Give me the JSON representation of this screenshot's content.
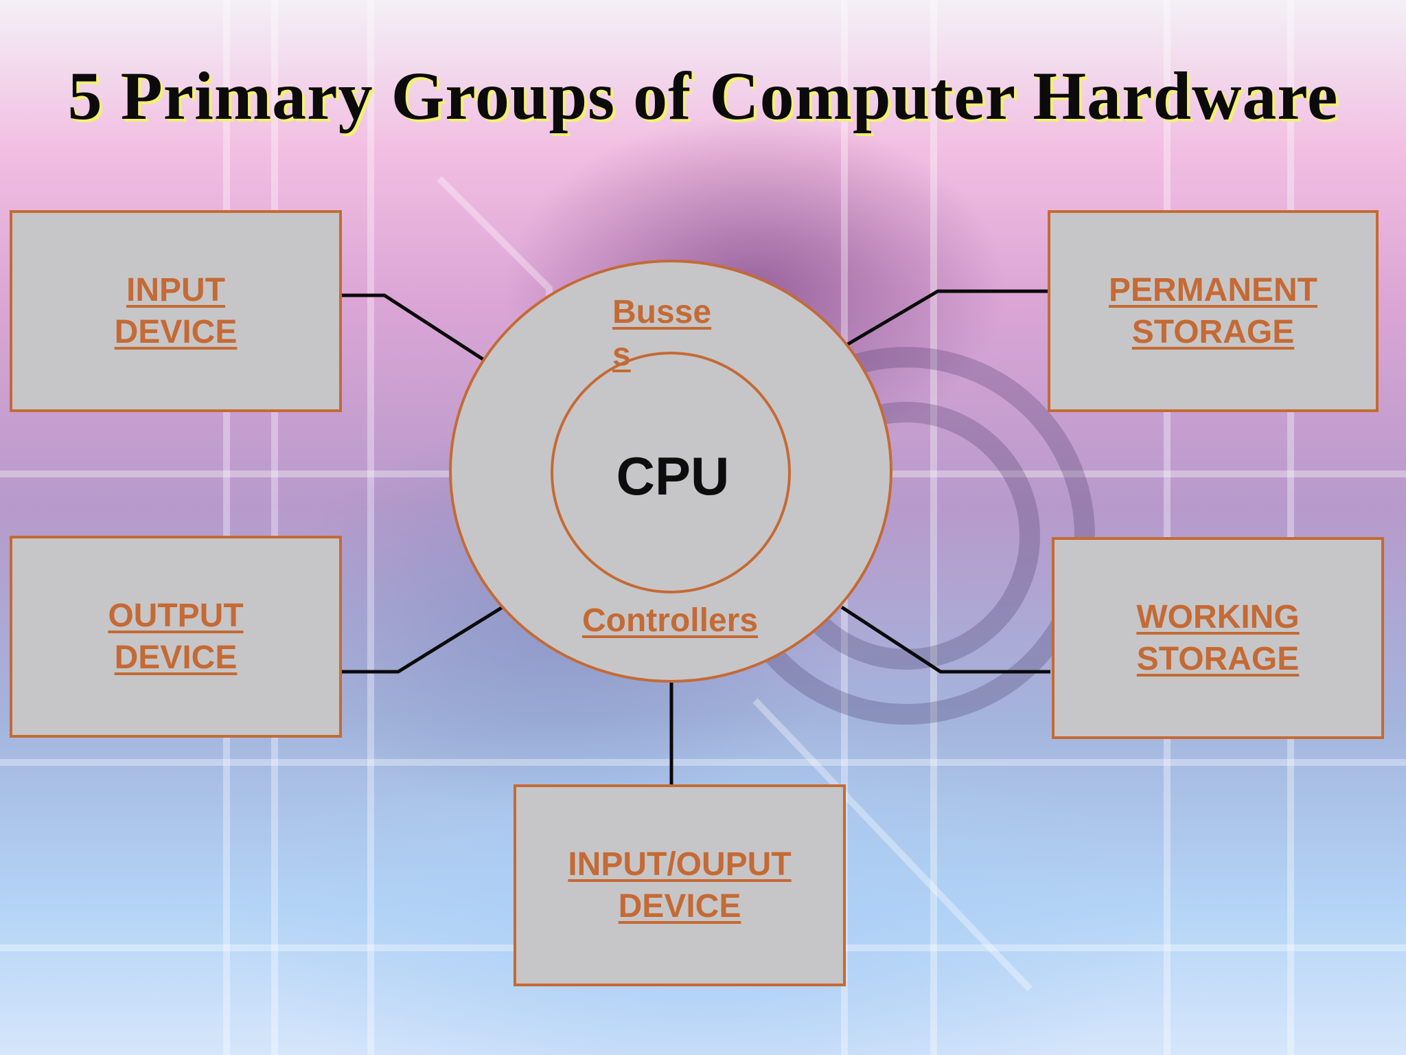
{
  "title": "5 Primary Groups of Computer Hardware",
  "center": {
    "core_label": "CPU",
    "ring_top_label": "Busses",
    "ring_bottom_label": "Controllers"
  },
  "nodes": {
    "input_device": [
      "INPUT",
      "DEVICE"
    ],
    "output_device": [
      "OUTPUT",
      "DEVICE"
    ],
    "permanent_storage": [
      "PERMANENT",
      "STORAGE"
    ],
    "working_storage": [
      "WORKING",
      "STORAGE"
    ],
    "input_output_device": [
      "INPUT/OUPUT",
      "DEVICE"
    ]
  },
  "colors": {
    "box_fill": "#c6c6c8",
    "accent": "#c56a34",
    "connector": "#0a0a0a",
    "title_shadow": "#f4f073"
  }
}
